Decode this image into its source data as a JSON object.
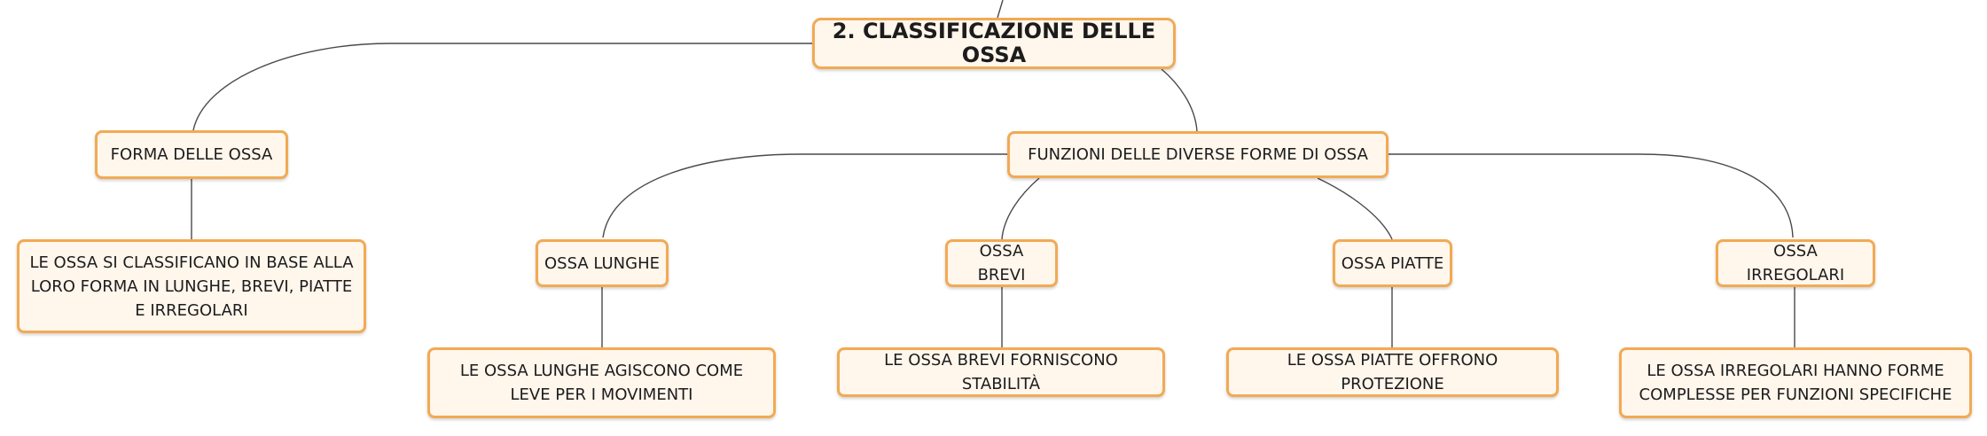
{
  "diagram": {
    "root": {
      "label": "2. CLASSIFICAZIONE DELLE OSSA"
    },
    "branches": [
      {
        "label": "FORMA DELLE OSSA",
        "children": [
          {
            "label": "LE OSSA SI CLASSIFICANO IN BASE ALLA LORO FORMA IN LUNGHE, BREVI, PIATTE E IRREGOLARI"
          }
        ]
      },
      {
        "label": "FUNZIONI DELLE DIVERSE FORME DI OSSA",
        "children": [
          {
            "label": "OSSA LUNGHE",
            "children": [
              {
                "label": "LE OSSA LUNGHE AGISCONO COME LEVE PER I MOVIMENTI"
              }
            ]
          },
          {
            "label": "OSSA BREVI",
            "children": [
              {
                "label": "LE OSSA BREVI FORNISCONO STABILITÀ"
              }
            ]
          },
          {
            "label": "OSSA PIATTE",
            "children": [
              {
                "label": "LE OSSA PIATTE OFFRONO PROTEZIONE"
              }
            ]
          },
          {
            "label": "OSSA IRREGOLARI",
            "children": [
              {
                "label": "LE OSSA IRREGOLARI HANNO FORME COMPLESSE PER FUNZIONI SPECIFICHE"
              }
            ]
          }
        ]
      }
    ]
  },
  "colors": {
    "node_fill": "#fff6ec",
    "node_border": "#f2aa54",
    "connector": "#4a4a4a",
    "text": "#1c1c1c"
  }
}
